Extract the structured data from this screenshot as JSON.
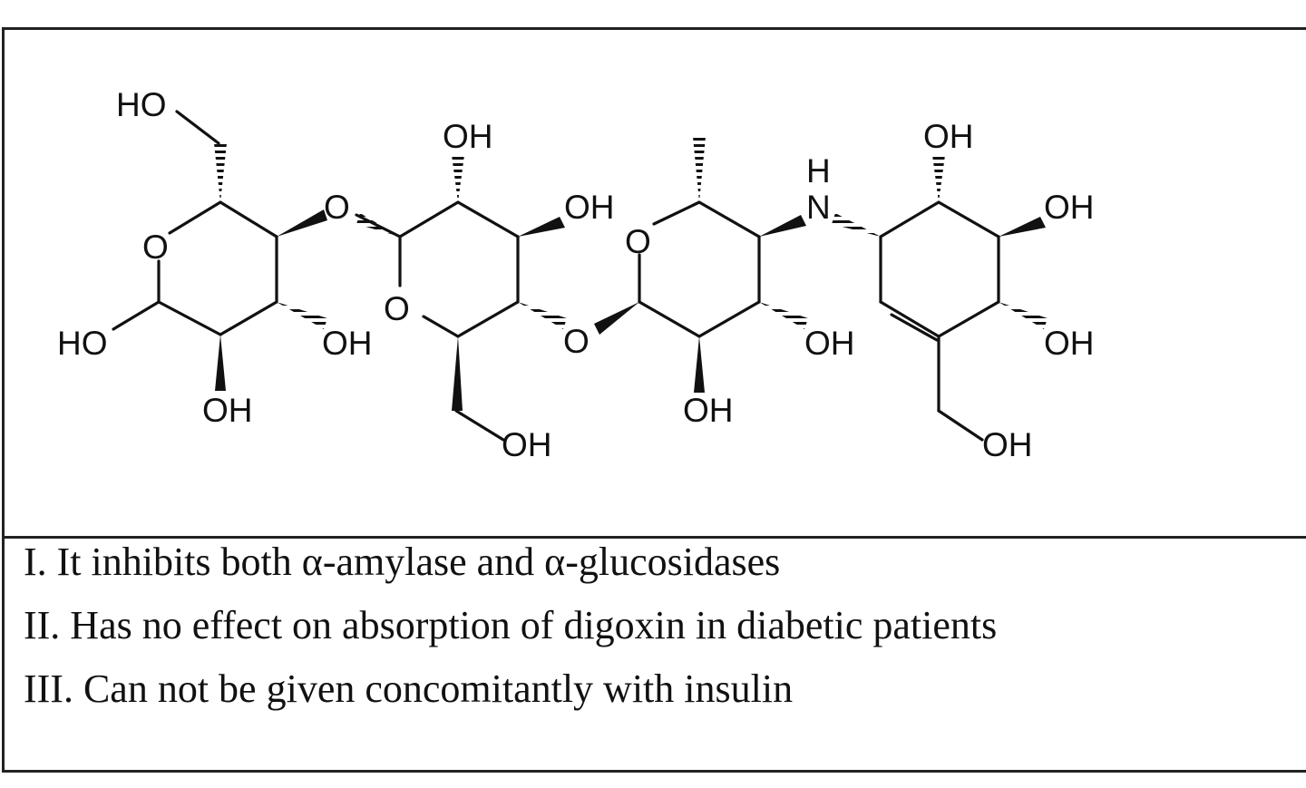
{
  "molecule": {
    "atoms": [
      {
        "id": "ho-top",
        "text": "HO"
      },
      {
        "id": "ring1-o",
        "text": "O"
      },
      {
        "id": "ho-left",
        "text": "HO"
      },
      {
        "id": "oh-r1-low",
        "text": "OH"
      },
      {
        "id": "oh-r1-right",
        "text": "OH"
      },
      {
        "id": "bridge-o1",
        "text": "O"
      },
      {
        "id": "oh-r2-top",
        "text": "OH"
      },
      {
        "id": "oh-r2-right",
        "text": "OH"
      },
      {
        "id": "ring2-o",
        "text": "O"
      },
      {
        "id": "bridge-o2",
        "text": "O"
      },
      {
        "id": "oh-r2-ch2",
        "text": "OH"
      },
      {
        "id": "ring3-o",
        "text": "O"
      },
      {
        "id": "oh-r3-low",
        "text": "OH"
      },
      {
        "id": "oh-r3-right",
        "text": "OH"
      },
      {
        "id": "nh-h",
        "text": "H"
      },
      {
        "id": "nh-n",
        "text": "N"
      },
      {
        "id": "oh-r4-top",
        "text": "OH"
      },
      {
        "id": "oh-r4-right",
        "text": "OH"
      },
      {
        "id": "oh-r4-low",
        "text": "OH"
      },
      {
        "id": "oh-r4-ch2",
        "text": "OH"
      }
    ]
  },
  "statements": [
    "I. It inhibits both α-amylase and α-glucosidases",
    "II. Has no effect on absorption of digoxin in diabetic patients",
    "III. Can not be given concomitantly with insulin"
  ]
}
